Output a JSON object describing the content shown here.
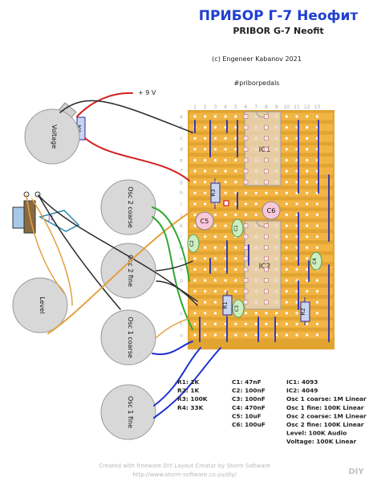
{
  "header": {
    "title": "ПРИБОР Г-7 Неофит",
    "subtitle": "PRIBOR G-7 Neofit",
    "copyright": "(c) Engeneer Kabanov 2021",
    "hashtag": "#priborpedals"
  },
  "board": {
    "columns": [
      "1",
      "2",
      "3",
      "4",
      "5",
      "6",
      "7",
      "8",
      "9",
      "10",
      "11",
      "12",
      "13"
    ],
    "rows": [
      "a",
      "b",
      "c",
      "d",
      "e",
      "f",
      "g",
      "h",
      "i",
      "j",
      "k",
      "l",
      "m",
      "n",
      "o",
      "p",
      "q",
      "r",
      "s",
      "t",
      "u"
    ],
    "strip_color": "#F2B544"
  },
  "power": {
    "label": "+ 9 V"
  },
  "pots": [
    {
      "label": "Voltage"
    },
    {
      "label": "Osc 2 coarse"
    },
    {
      "label": "Osc 2 fine"
    },
    {
      "label": "Level"
    },
    {
      "label": "Osc 1 coarse"
    },
    {
      "label": "Osc 1 fine"
    }
  ],
  "components": {
    "R1": "R1",
    "R2": "R2",
    "R3": "R3",
    "R4": "R4",
    "C1": "C1",
    "C2": "C2",
    "C3": "C3",
    "C4": "C4",
    "C5": "C5",
    "C6": "C6",
    "IC1": "IC1",
    "IC2": "IC2"
  },
  "bom": {
    "resistors": [
      "R1: 1K",
      "R2: 1K",
      "R3: 100K",
      "R4: 33K"
    ],
    "capacitors": [
      "C1: 47nF",
      "C2: 100nF",
      "C3: 100nF",
      "C4: 470nF",
      "C5: 10uF",
      "C6: 100uF"
    ],
    "other": [
      "IC1: 4093",
      "IC2: 4049",
      "Osc 1 coarse: 1M Linear",
      "Osc 1 fine: 100K Linear",
      "Osc 2 coarse: 1M Linear",
      "Osc 2 fine: 100K Linear",
      "Level: 100K Audio",
      "Voltage: 100K Linear"
    ]
  },
  "footer": {
    "line1": "Created with freeware DIY Layout Creator by Storm Software",
    "line2": "http://www.storm-software.co.yu/diy/",
    "logo": "DIY"
  },
  "colors": {
    "title": "#1f3fd0",
    "wire_red": "#d21f1f",
    "wire_black": "#2a2a2a",
    "wire_orange": "#e3a040",
    "wire_green": "#2ea82e",
    "wire_blue": "#1f2fd0",
    "cap_green": "#cdeec0",
    "cap_pink": "#f8c8d8",
    "jumper": "#3a3ab0"
  }
}
